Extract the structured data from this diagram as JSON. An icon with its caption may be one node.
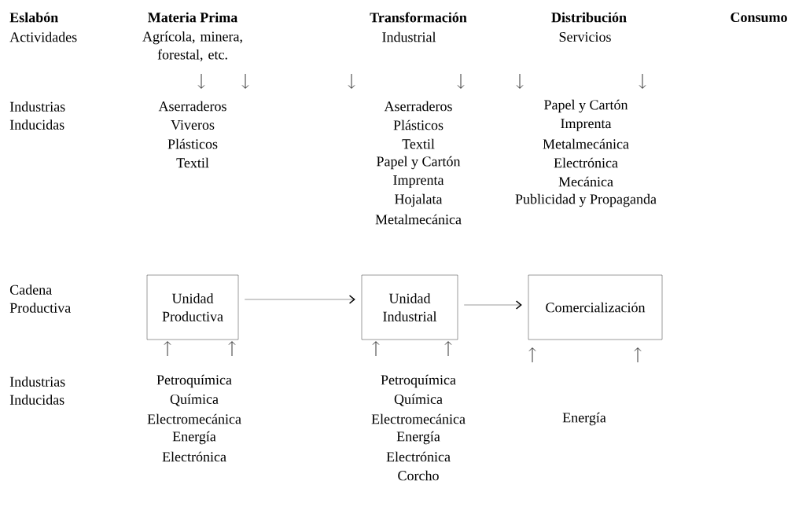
{
  "diagram": {
    "nodes": [
      {
        "text": [
          "Unidad Productiva"
        ]
      },
      {
        "text": [
          "Unidad Industrial"
        ]
      },
      {
        "text": [
          "Comercialización"
        ]
      }
    ],
    "edges": [
      {
        "from": 0,
        "to": 1,
        "arrow": "to"
      },
      {
        "from": 1,
        "to": 2,
        "arrow": "to"
      }
    ],
    "labels": [
      "Eslabón",
      "Materia Prima",
      "Transformación",
      "Distribución",
      "Consumo",
      "Actividades",
      "Agrícola, minera, forestal, etc.",
      "Industrial",
      "Servicios",
      "Industrias Inducidas",
      "Aserraderos",
      "Viveros",
      "Plásticos",
      "Textil",
      "Aserraderos",
      "Plásticos",
      "Textil",
      "Papel y Cartón",
      "Imprenta",
      "Hojalata",
      "Metalmecánica",
      "Papel y Cartón",
      "Imprenta",
      "Metalmecánica",
      "Electrónica",
      "Mecánica",
      "Publicidad y Propaganda",
      "Cadena Productiva",
      "Industrias Inducidas",
      "Petroquímica",
      "Química",
      "Electromecánica",
      "Energía",
      "Electrónica",
      "Petroquímica",
      "Química",
      "Electromecánica",
      "Energía",
      "Electrónica",
      "Corcho",
      "Energía"
    ]
  }
}
